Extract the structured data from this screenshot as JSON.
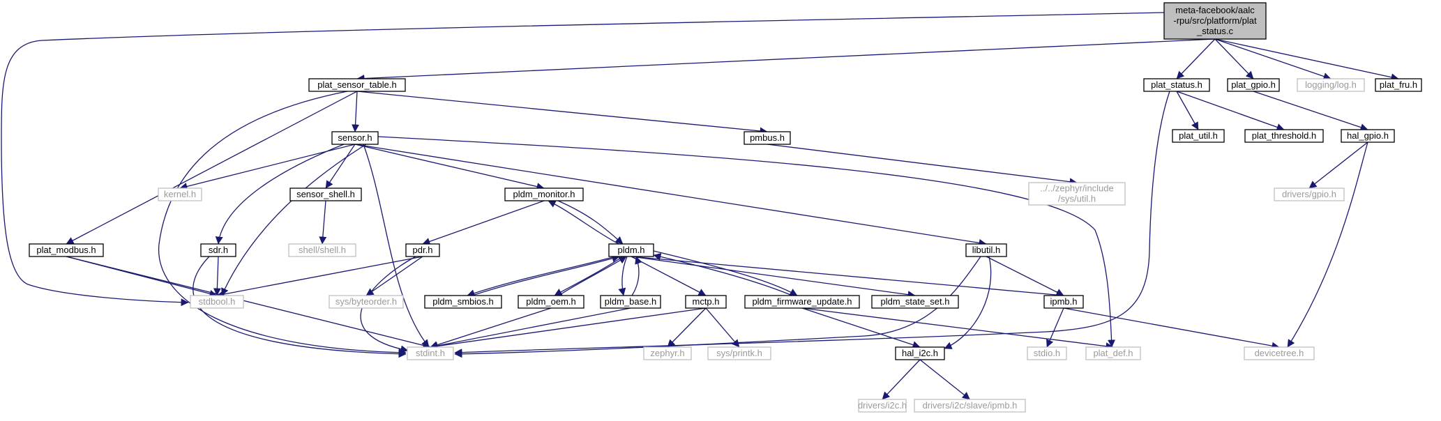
{
  "colors": {
    "edge": "#191970",
    "node_border": "#000000",
    "external_border": "#bfbfbf",
    "external_text": "#9a9a9a",
    "root_fill": "#bfbfbf",
    "fill": "#ffffff"
  },
  "nodes": [
    {
      "id": "root",
      "lines": [
        "meta-facebook/aalc",
        "-rpu/src/platform/plat",
        "_status.c"
      ],
      "kind": "root"
    },
    {
      "id": "plat_sensor_table",
      "lines": [
        "plat_sensor_table.h"
      ],
      "kind": "local"
    },
    {
      "id": "plat_status",
      "lines": [
        "plat_status.h"
      ],
      "kind": "local"
    },
    {
      "id": "plat_gpio",
      "lines": [
        "plat_gpio.h"
      ],
      "kind": "local"
    },
    {
      "id": "logging_log",
      "lines": [
        "logging/log.h"
      ],
      "kind": "external"
    },
    {
      "id": "plat_fru",
      "lines": [
        "plat_fru.h"
      ],
      "kind": "local"
    },
    {
      "id": "sensor",
      "lines": [
        "sensor.h"
      ],
      "kind": "local"
    },
    {
      "id": "pmbus",
      "lines": [
        "pmbus.h"
      ],
      "kind": "local"
    },
    {
      "id": "plat_util",
      "lines": [
        "plat_util.h"
      ],
      "kind": "local"
    },
    {
      "id": "plat_threshold",
      "lines": [
        "plat_threshold.h"
      ],
      "kind": "local"
    },
    {
      "id": "hal_gpio",
      "lines": [
        "hal_gpio.h"
      ],
      "kind": "local"
    },
    {
      "id": "kernel",
      "lines": [
        "kernel.h"
      ],
      "kind": "external"
    },
    {
      "id": "sensor_shell",
      "lines": [
        "sensor_shell.h"
      ],
      "kind": "local"
    },
    {
      "id": "pldm_monitor",
      "lines": [
        "pldm_monitor.h"
      ],
      "kind": "local"
    },
    {
      "id": "zephyr_util",
      "lines": [
        "../../zephyr/include",
        "/sys/util.h"
      ],
      "kind": "external"
    },
    {
      "id": "drivers_gpio",
      "lines": [
        "drivers/gpio.h"
      ],
      "kind": "external"
    },
    {
      "id": "shell_shell",
      "lines": [
        "shell/shell.h"
      ],
      "kind": "external"
    },
    {
      "id": "plat_modbus",
      "lines": [
        "plat_modbus.h"
      ],
      "kind": "local"
    },
    {
      "id": "sdr",
      "lines": [
        "sdr.h"
      ],
      "kind": "local"
    },
    {
      "id": "pdr",
      "lines": [
        "pdr.h"
      ],
      "kind": "local"
    },
    {
      "id": "pldm",
      "lines": [
        "pldm.h"
      ],
      "kind": "local"
    },
    {
      "id": "libutil",
      "lines": [
        "libutil.h"
      ],
      "kind": "local"
    },
    {
      "id": "stdbool",
      "lines": [
        "stdbool.h"
      ],
      "kind": "external"
    },
    {
      "id": "sys_byteorder",
      "lines": [
        "sys/byteorder.h"
      ],
      "kind": "external"
    },
    {
      "id": "pldm_smbios",
      "lines": [
        "pldm_smbios.h"
      ],
      "kind": "local"
    },
    {
      "id": "pldm_oem",
      "lines": [
        "pldm_oem.h"
      ],
      "kind": "local"
    },
    {
      "id": "pldm_base",
      "lines": [
        "pldm_base.h"
      ],
      "kind": "local"
    },
    {
      "id": "mctp",
      "lines": [
        "mctp.h"
      ],
      "kind": "local"
    },
    {
      "id": "pldm_firmware_update",
      "lines": [
        "pldm_firmware_update.h"
      ],
      "kind": "local"
    },
    {
      "id": "pldm_state_set",
      "lines": [
        "pldm_state_set.h"
      ],
      "kind": "local"
    },
    {
      "id": "ipmb",
      "lines": [
        "ipmb.h"
      ],
      "kind": "local"
    },
    {
      "id": "stdint",
      "lines": [
        "stdint.h"
      ],
      "kind": "external"
    },
    {
      "id": "zephyr_h",
      "lines": [
        "zephyr.h"
      ],
      "kind": "external"
    },
    {
      "id": "sys_printk",
      "lines": [
        "sys/printk.h"
      ],
      "kind": "external"
    },
    {
      "id": "hal_i2c",
      "lines": [
        "hal_i2c.h"
      ],
      "kind": "local"
    },
    {
      "id": "stdio",
      "lines": [
        "stdio.h"
      ],
      "kind": "external"
    },
    {
      "id": "plat_def",
      "lines": [
        "plat_def.h"
      ],
      "kind": "external"
    },
    {
      "id": "devicetree",
      "lines": [
        "devicetree.h"
      ],
      "kind": "external"
    },
    {
      "id": "drivers_i2c",
      "lines": [
        "drivers/i2c.h"
      ],
      "kind": "external"
    },
    {
      "id": "drivers_i2c_slave_ipmb",
      "lines": [
        "drivers/i2c/slave/ipmb.h"
      ],
      "kind": "external"
    }
  ],
  "edges": [
    {
      "from": "root",
      "to": "stdbool"
    },
    {
      "from": "root",
      "to": "plat_sensor_table"
    },
    {
      "from": "root",
      "to": "plat_status"
    },
    {
      "from": "root",
      "to": "plat_gpio"
    },
    {
      "from": "root",
      "to": "logging_log"
    },
    {
      "from": "root",
      "to": "plat_fru"
    },
    {
      "from": "plat_sensor_table",
      "to": "sensor"
    },
    {
      "from": "plat_sensor_table",
      "to": "pmbus"
    },
    {
      "from": "plat_sensor_table",
      "to": "plat_modbus"
    },
    {
      "from": "plat_sensor_table",
      "to": "stdint"
    },
    {
      "from": "plat_status",
      "to": "plat_util"
    },
    {
      "from": "plat_status",
      "to": "plat_threshold"
    },
    {
      "from": "plat_status",
      "to": "stdint"
    },
    {
      "from": "plat_gpio",
      "to": "hal_gpio"
    },
    {
      "from": "hal_gpio",
      "to": "drivers_gpio"
    },
    {
      "from": "hal_gpio",
      "to": "devicetree"
    },
    {
      "from": "pmbus",
      "to": "zephyr_util"
    },
    {
      "from": "sensor",
      "to": "kernel"
    },
    {
      "from": "sensor",
      "to": "sensor_shell"
    },
    {
      "from": "sensor",
      "to": "sdr"
    },
    {
      "from": "sensor",
      "to": "stdbool"
    },
    {
      "from": "sensor",
      "to": "stdint"
    },
    {
      "from": "sensor",
      "to": "pldm_monitor"
    },
    {
      "from": "sensor",
      "to": "libutil"
    },
    {
      "from": "sensor",
      "to": "plat_def"
    },
    {
      "from": "sensor_shell",
      "to": "shell_shell"
    },
    {
      "from": "pldm_monitor",
      "to": "pdr"
    },
    {
      "from": "pldm_monitor",
      "to": "pldm"
    },
    {
      "from": "pldm",
      "to": "pldm_monitor"
    },
    {
      "from": "plat_modbus",
      "to": "stdbool"
    },
    {
      "from": "plat_modbus",
      "to": "stdint"
    },
    {
      "from": "sdr",
      "to": "stdbool"
    },
    {
      "from": "sdr",
      "to": "stdint"
    },
    {
      "from": "pdr",
      "to": "stdbool"
    },
    {
      "from": "pdr",
      "to": "sys_byteorder"
    },
    {
      "from": "pdr",
      "to": "stdint"
    },
    {
      "from": "pldm",
      "to": "pldm_smbios"
    },
    {
      "from": "pldm_smbios",
      "to": "pldm"
    },
    {
      "from": "pldm",
      "to": "pldm_oem"
    },
    {
      "from": "pldm_oem",
      "to": "pldm"
    },
    {
      "from": "pldm",
      "to": "pldm_base"
    },
    {
      "from": "pldm_base",
      "to": "pldm"
    },
    {
      "from": "pldm",
      "to": "mctp"
    },
    {
      "from": "pldm",
      "to": "pldm_firmware_update"
    },
    {
      "from": "pldm_firmware_update",
      "to": "pldm"
    },
    {
      "from": "pldm",
      "to": "pldm_state_set"
    },
    {
      "from": "pldm",
      "to": "ipmb"
    },
    {
      "from": "pldm_oem",
      "to": "stdint"
    },
    {
      "from": "pldm_base",
      "to": "stdint"
    },
    {
      "from": "mctp",
      "to": "stdint"
    },
    {
      "from": "mctp",
      "to": "zephyr_h"
    },
    {
      "from": "mctp",
      "to": "sys_printk"
    },
    {
      "from": "pldm_firmware_update",
      "to": "hal_i2c"
    },
    {
      "from": "pldm_firmware_update",
      "to": "plat_def"
    },
    {
      "from": "libutil",
      "to": "ipmb"
    },
    {
      "from": "libutil",
      "to": "stdint"
    },
    {
      "from": "libutil",
      "to": "hal_i2c"
    },
    {
      "from": "ipmb",
      "to": "stdio"
    },
    {
      "from": "ipmb",
      "to": "devicetree"
    },
    {
      "from": "hal_i2c",
      "to": "drivers_i2c"
    },
    {
      "from": "hal_i2c",
      "to": "drivers_i2c_slave_ipmb"
    }
  ]
}
